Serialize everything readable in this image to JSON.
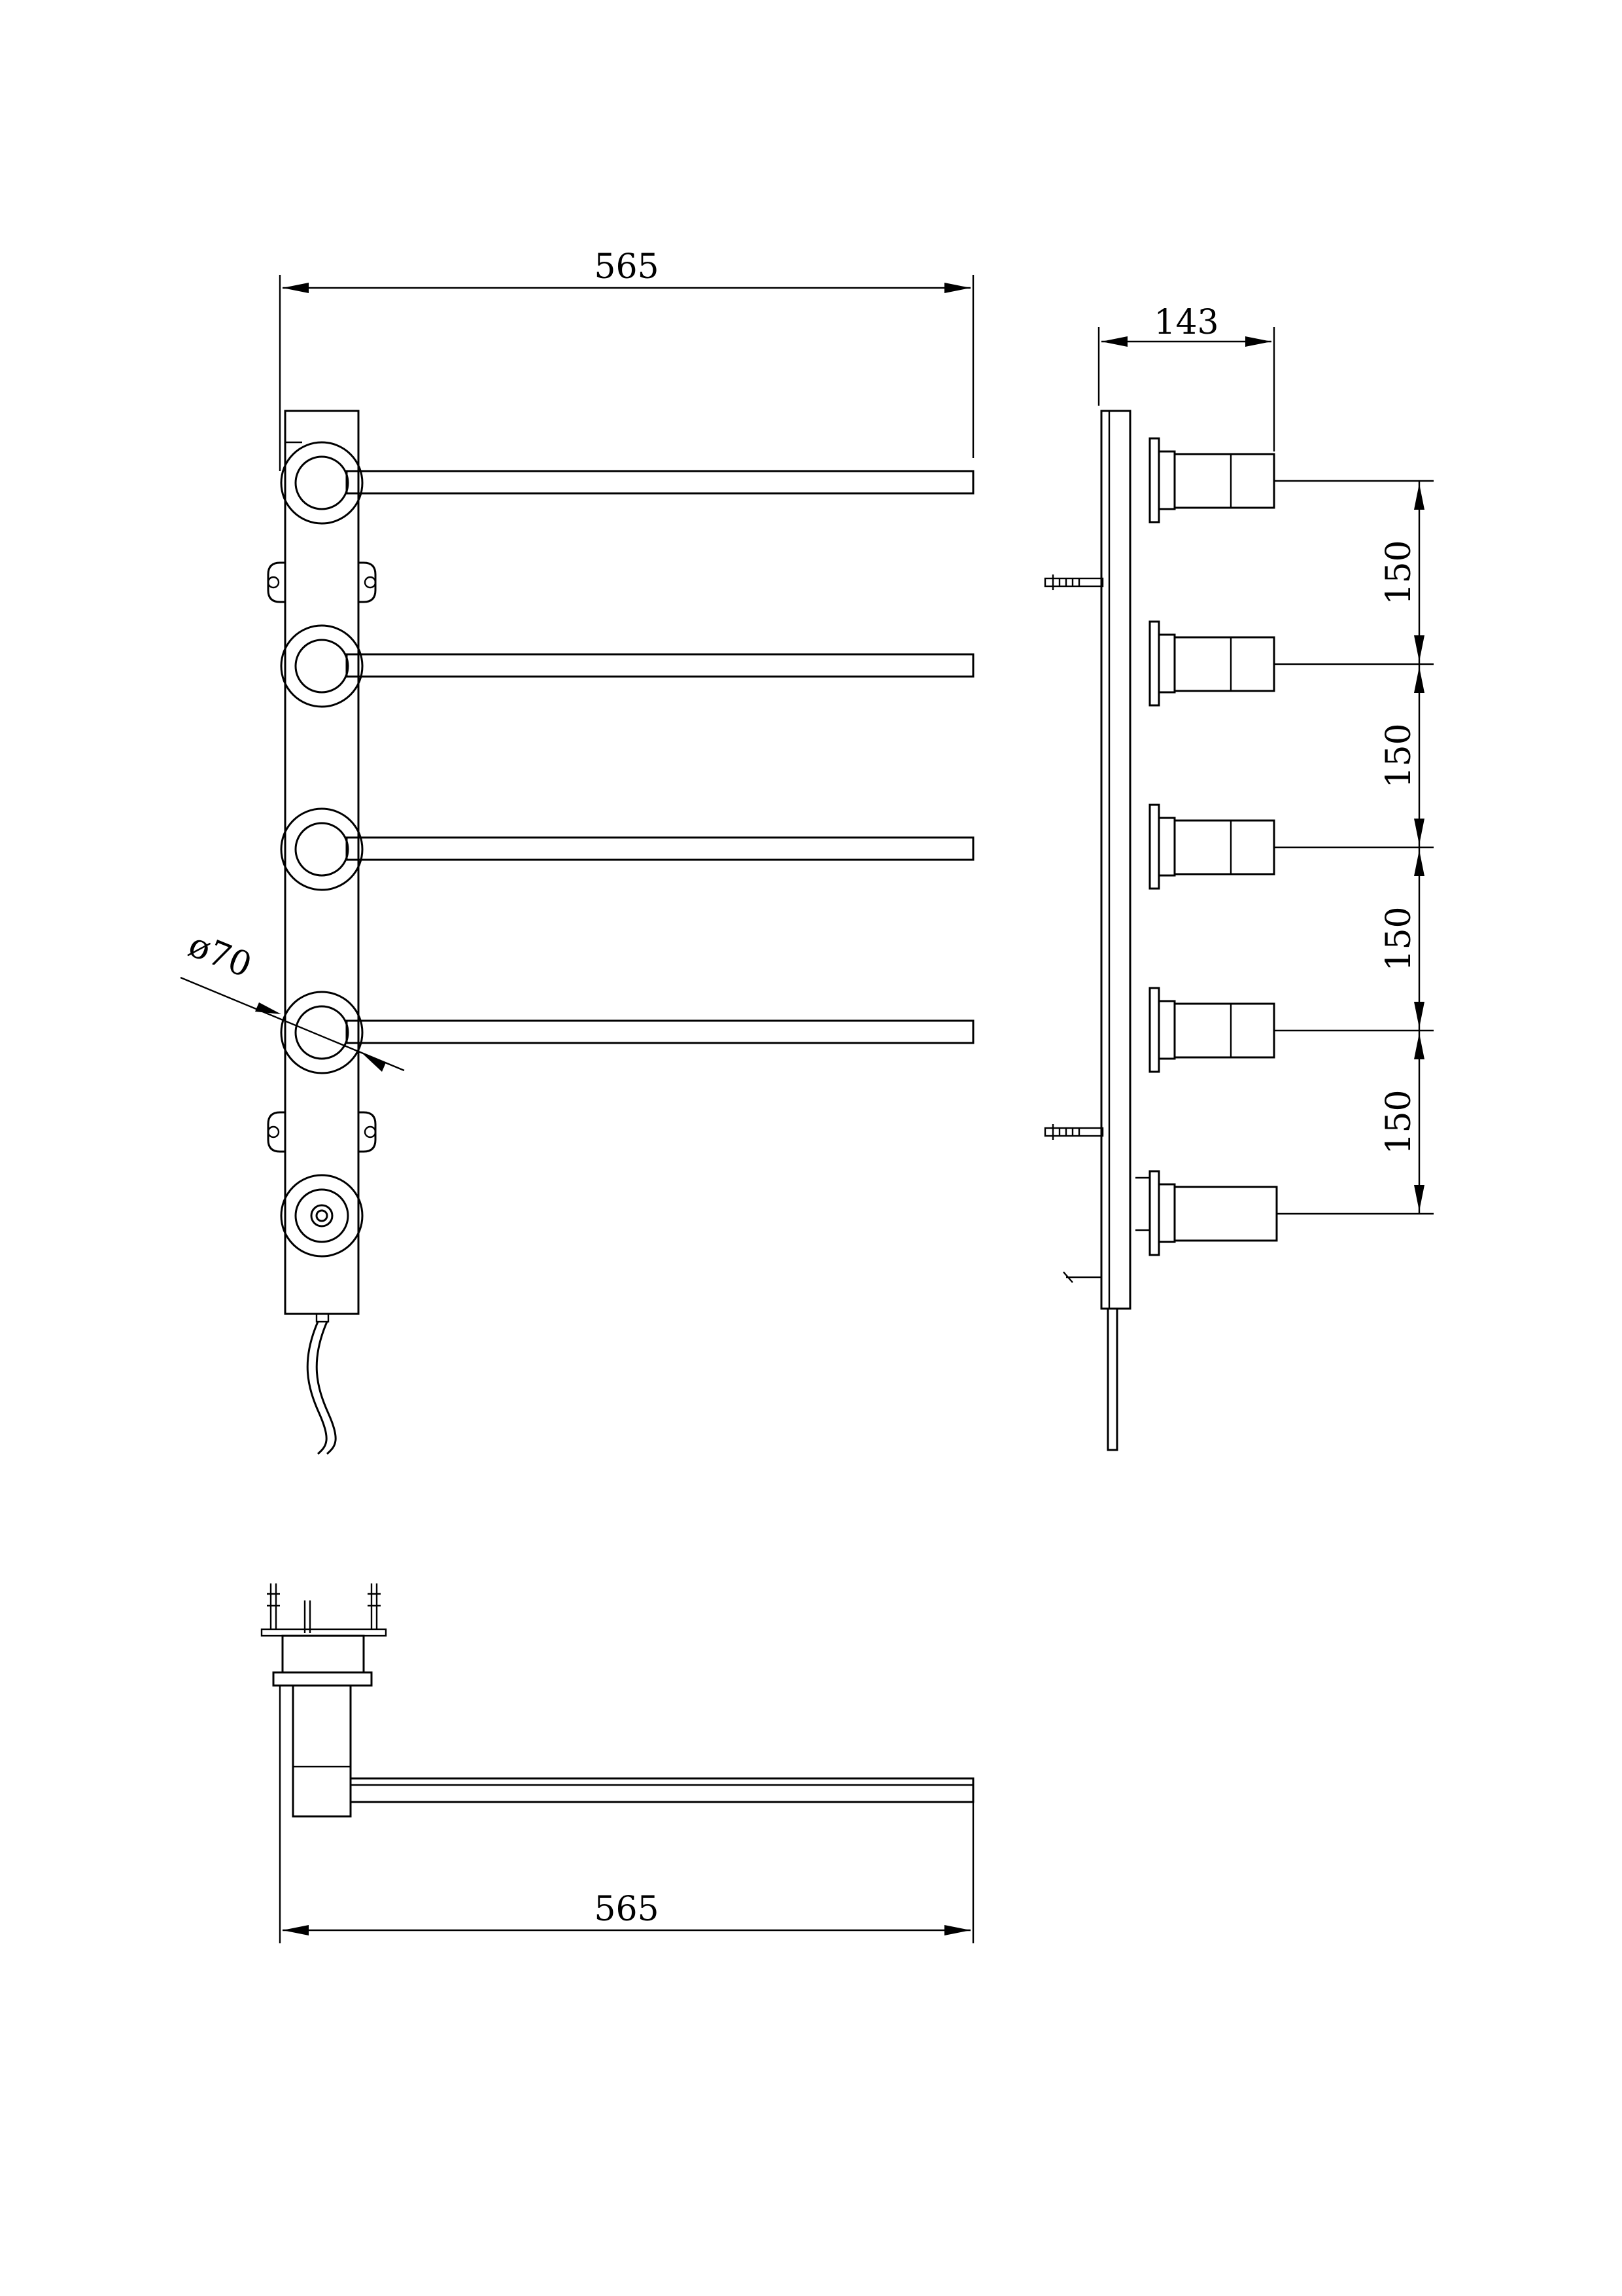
{
  "dimensions": {
    "front_width": "565",
    "side_depth": "143",
    "spacing_1": "150",
    "spacing_2": "150",
    "spacing_3": "150",
    "spacing_4": "150",
    "diameter": "ø70",
    "bottom_width": "565"
  }
}
